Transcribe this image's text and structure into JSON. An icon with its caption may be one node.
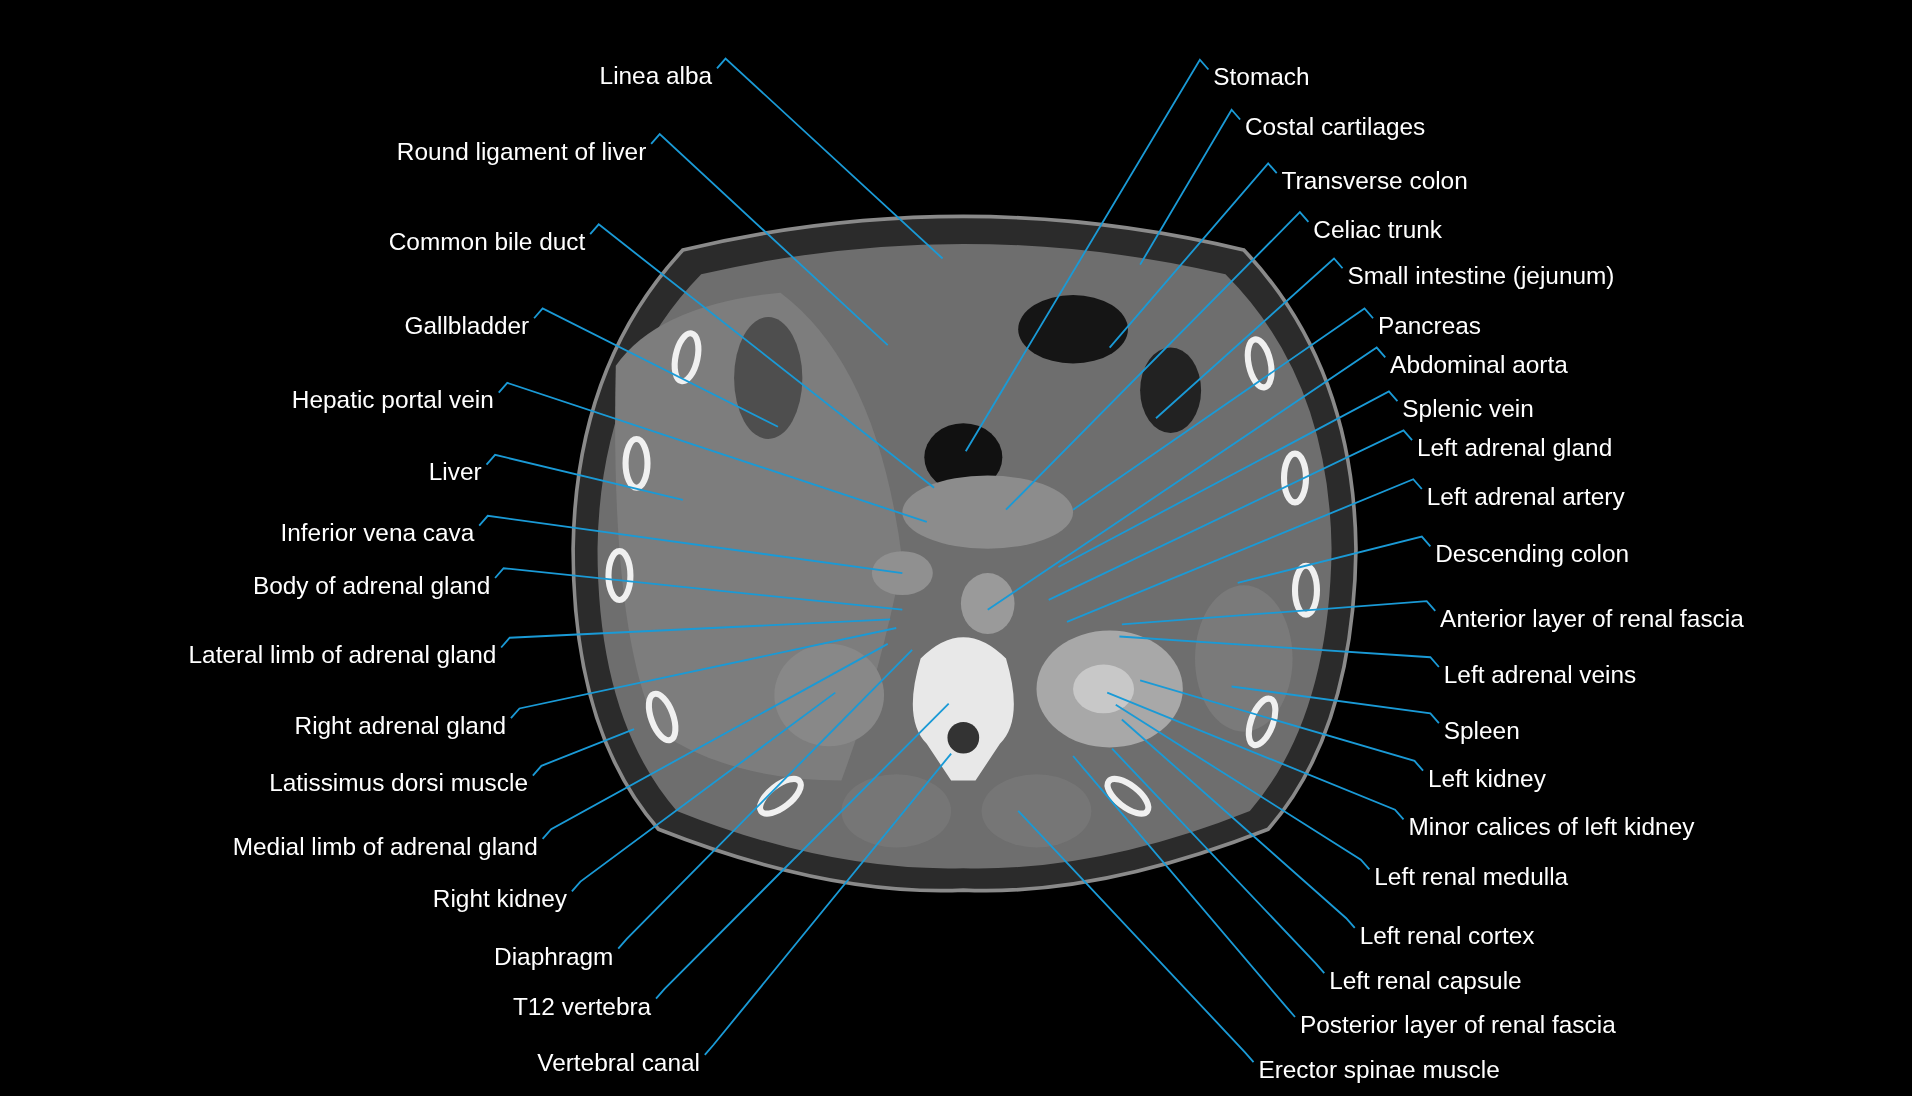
{
  "diagram": {
    "nodes": [
      {
        "text": [
          "Linea alba"
        ]
      },
      {
        "text": [
          "Round ligament of liver"
        ]
      },
      {
        "text": [
          "Common bile duct"
        ]
      },
      {
        "text": [
          "Gallbladder"
        ]
      },
      {
        "text": [
          "Hepatic portal vein"
        ]
      },
      {
        "text": [
          "Liver"
        ]
      },
      {
        "text": [
          "Inferior vena cava"
        ]
      },
      {
        "text": [
          "Body of adrenal gland"
        ]
      },
      {
        "text": [
          "Lateral limb of adrenal gland"
        ]
      },
      {
        "text": [
          "Right adrenal gland"
        ]
      },
      {
        "text": [
          "Latissimus dorsi muscle"
        ]
      },
      {
        "text": [
          "Medial limb of adrenal gland"
        ]
      },
      {
        "text": [
          "Right kidney"
        ]
      },
      {
        "text": [
          "Diaphragm"
        ]
      },
      {
        "text": [
          "T12 vertebra"
        ]
      },
      {
        "text": [
          "Vertebral canal"
        ]
      },
      {
        "text": [
          "Stomach"
        ]
      },
      {
        "text": [
          "Costal cartilages"
        ]
      },
      {
        "text": [
          "Transverse colon"
        ]
      },
      {
        "text": [
          "Celiac trunk"
        ]
      },
      {
        "text": [
          "Small intestine (jejunum)"
        ]
      },
      {
        "text": [
          "Pancreas"
        ]
      },
      {
        "text": [
          "Abdominal aorta"
        ]
      },
      {
        "text": [
          "Splenic vein"
        ]
      },
      {
        "text": [
          "Left adrenal gland"
        ]
      },
      {
        "text": [
          "Left adrenal artery"
        ]
      },
      {
        "text": [
          "Descending colon"
        ]
      },
      {
        "text": [
          "Anterior layer of renal fascia"
        ]
      },
      {
        "text": [
          "Left adrenal veins"
        ]
      },
      {
        "text": [
          "Spleen"
        ]
      },
      {
        "text": [
          "Left kidney"
        ]
      },
      {
        "text": [
          "Minor calices of left kidney"
        ]
      },
      {
        "text": [
          "Left renal medulla"
        ]
      },
      {
        "text": [
          "Left renal cortex"
        ]
      },
      {
        "text": [
          "Left renal capsule"
        ]
      },
      {
        "text": [
          "Posterior layer of renal fascia"
        ]
      },
      {
        "text": [
          "Erector spinae muscle"
        ]
      }
    ],
    "edges": [
      {
        "from": 0,
        "to": null,
        "arrow": "none"
      },
      {
        "from": 1,
        "to": null,
        "arrow": "none"
      },
      {
        "from": 2,
        "to": null,
        "arrow": "none"
      },
      {
        "from": 3,
        "to": null,
        "arrow": "none"
      },
      {
        "from": 4,
        "to": null,
        "arrow": "none"
      },
      {
        "from": 5,
        "to": null,
        "arrow": "none"
      },
      {
        "from": 6,
        "to": null,
        "arrow": "none"
      },
      {
        "from": 7,
        "to": null,
        "arrow": "none"
      },
      {
        "from": 8,
        "to": null,
        "arrow": "none"
      },
      {
        "from": 9,
        "to": null,
        "arrow": "none"
      },
      {
        "from": 10,
        "to": null,
        "arrow": "none"
      },
      {
        "from": 11,
        "to": null,
        "arrow": "none"
      },
      {
        "from": 12,
        "to": null,
        "arrow": "none"
      },
      {
        "from": 13,
        "to": null,
        "arrow": "none"
      },
      {
        "from": 14,
        "to": null,
        "arrow": "none"
      },
      {
        "from": 15,
        "to": null,
        "arrow": "none"
      },
      {
        "from": 16,
        "to": null,
        "arrow": "none"
      },
      {
        "from": 17,
        "to": null,
        "arrow": "none"
      },
      {
        "from": 18,
        "to": null,
        "arrow": "none"
      },
      {
        "from": 19,
        "to": null,
        "arrow": "none"
      },
      {
        "from": 20,
        "to": null,
        "arrow": "none"
      },
      {
        "from": 21,
        "to": null,
        "arrow": "none"
      },
      {
        "from": 22,
        "to": null,
        "arrow": "none"
      },
      {
        "from": 23,
        "to": null,
        "arrow": "none"
      },
      {
        "from": 24,
        "to": null,
        "arrow": "none"
      },
      {
        "from": 25,
        "to": null,
        "arrow": "none"
      },
      {
        "from": 26,
        "to": null,
        "arrow": "none"
      },
      {
        "from": 27,
        "to": null,
        "arrow": "none"
      },
      {
        "from": 28,
        "to": null,
        "arrow": "none"
      },
      {
        "from": 29,
        "to": null,
        "arrow": "none"
      },
      {
        "from": 30,
        "to": null,
        "arrow": "none"
      },
      {
        "from": 31,
        "to": null,
        "arrow": "none"
      },
      {
        "from": 32,
        "to": null,
        "arrow": "none"
      },
      {
        "from": 33,
        "to": null,
        "arrow": "none"
      },
      {
        "from": 34,
        "to": null,
        "arrow": "none"
      },
      {
        "from": 35,
        "to": null,
        "arrow": "none"
      },
      {
        "from": 36,
        "to": null,
        "arrow": "none"
      }
    ]
  }
}
